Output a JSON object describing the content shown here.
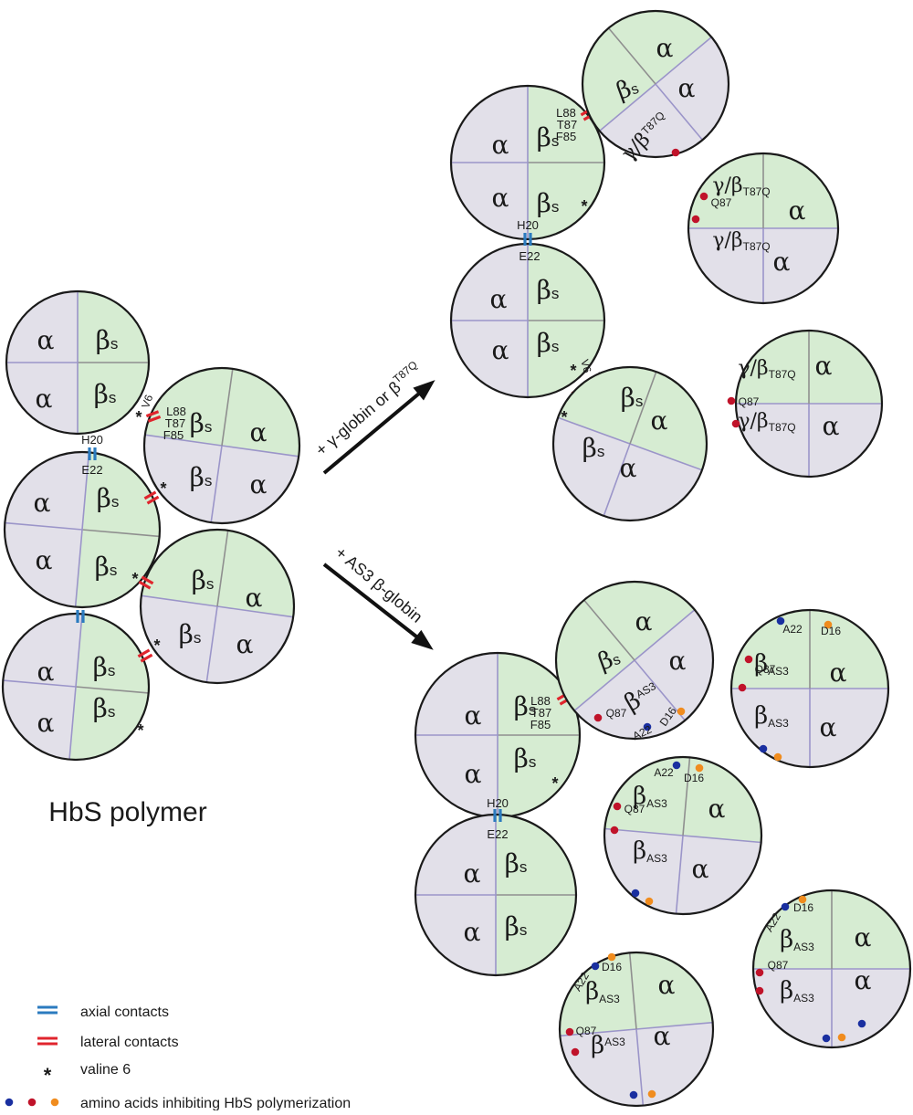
{
  "colors": {
    "alpha_fill": "#e2e0e9",
    "beta_fill": "#d6ecd2",
    "axial_contact": "#2b7bbf",
    "lateral_contact": "#e0252d",
    "dot_blue": "#1a2fa0",
    "dot_red": "#c0132a",
    "dot_orange": "#f08c1e"
  },
  "symbols": {
    "alpha": "α",
    "beta": "β",
    "gamma": "γ",
    "star": "*"
  },
  "labels": {
    "polymer_title": "HbS polymer",
    "arrow_top": "+ γ-globin or β",
    "arrow_top_sup": "T87Q",
    "arrow_bottom": "+ AS3 β-globin",
    "sub_s": "s",
    "sub_t87q": "T87Q",
    "sub_as3": "AS3",
    "H20": "H20",
    "E22": "E22",
    "L88": "L88",
    "T87": "T87",
    "F85": "F85",
    "V6": "V6",
    "Q87": "Q87",
    "A22": "A22",
    "D16": "D16"
  },
  "legend": [
    {
      "icon": "axial-contact-icon",
      "text": "axial contacts"
    },
    {
      "icon": "lateral-contact-icon",
      "text": "lateral contacts"
    },
    {
      "icon": "star-icon",
      "text": "valine 6"
    },
    {
      "icon": "dots-icon",
      "text": "amino acids inhibiting HbS polymerization"
    }
  ]
}
